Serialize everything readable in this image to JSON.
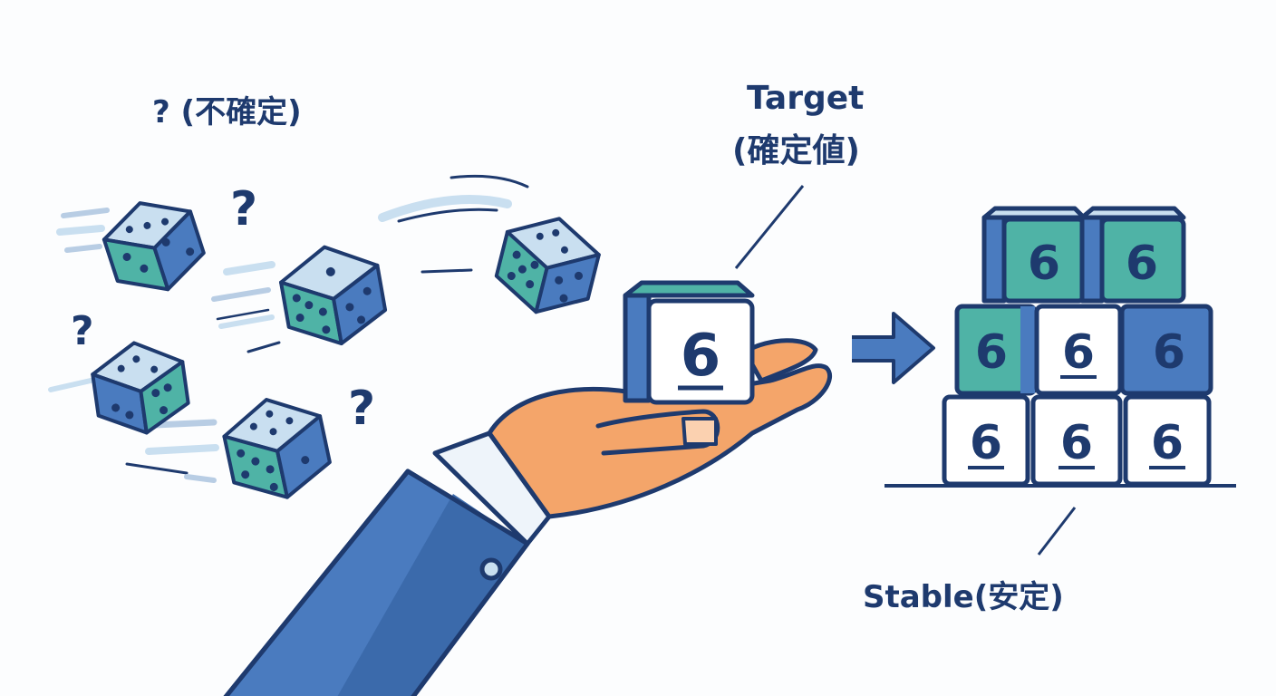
{
  "labels": {
    "uncertain": "? (不確定)",
    "target_line1": "Target",
    "target_line2": "(確定値)",
    "stable": "Stable(安定)"
  },
  "question_marks": [
    "?",
    "?",
    "?"
  ],
  "held_die_value": "6",
  "stack_values": [
    "6",
    "6",
    "6",
    "6",
    "6",
    "6",
    "6",
    "6"
  ],
  "colors": {
    "navy": "#1e3a6e",
    "teal": "#4fb3a6",
    "light_blue": "#c9dff0",
    "mid_blue": "#4a7bbf",
    "skin": "#f4a56a",
    "background": "#fcfdfe"
  }
}
